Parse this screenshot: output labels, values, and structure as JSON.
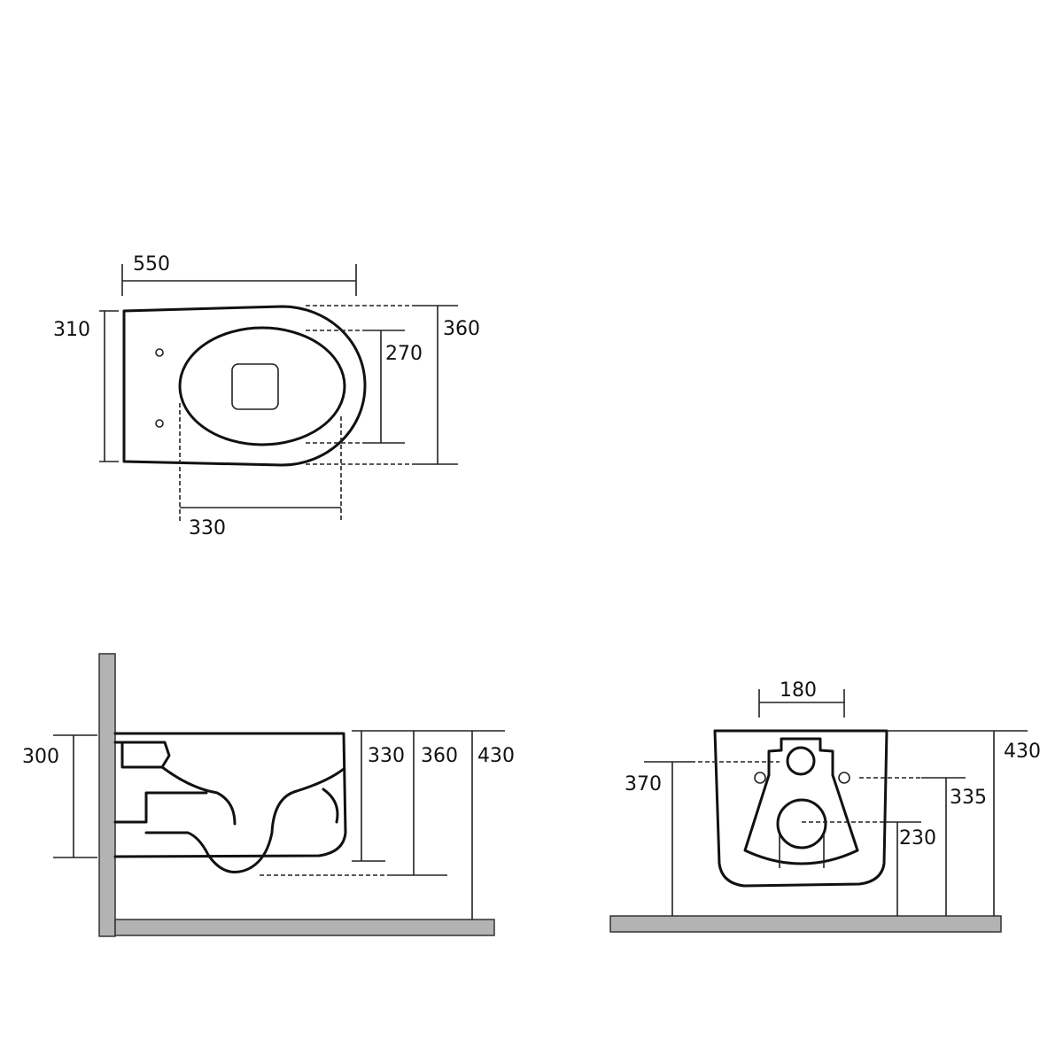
{
  "top_view": {
    "width": "550",
    "depth": "310",
    "inner_depth": "270",
    "overall_depth": "360",
    "inner_length": "330"
  },
  "side_view": {
    "fixing_span": "300",
    "rim_height": "330",
    "outlet_height": "360",
    "overall_height": "430"
  },
  "front_view": {
    "fixing_spacing": "180",
    "inlet_height": "370",
    "bolt_height": "335",
    "outlet_height": "230",
    "overall_height": "430"
  },
  "colors": {
    "wall_floor": "#b3b3b3",
    "line": "#111111"
  }
}
